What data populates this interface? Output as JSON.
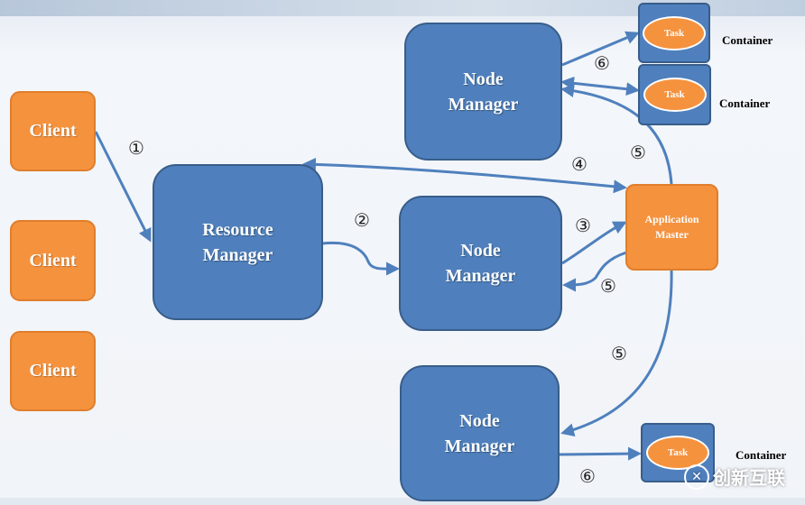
{
  "clients": [
    "Client",
    "Client",
    "Client"
  ],
  "resource_manager": [
    "Resource",
    "Manager"
  ],
  "node_manager": [
    "Node",
    "Manager"
  ],
  "application_master": [
    "Application",
    "Master"
  ],
  "task_label": "Task",
  "container_label": "Container",
  "steps": [
    "①",
    "②",
    "③",
    "④",
    "⑤",
    "⑥"
  ],
  "watermark": "创新互联",
  "colors": {
    "manager_fill": "#4f80bd",
    "client_fill": "#f5923e",
    "arrow": "#4f80bd"
  }
}
